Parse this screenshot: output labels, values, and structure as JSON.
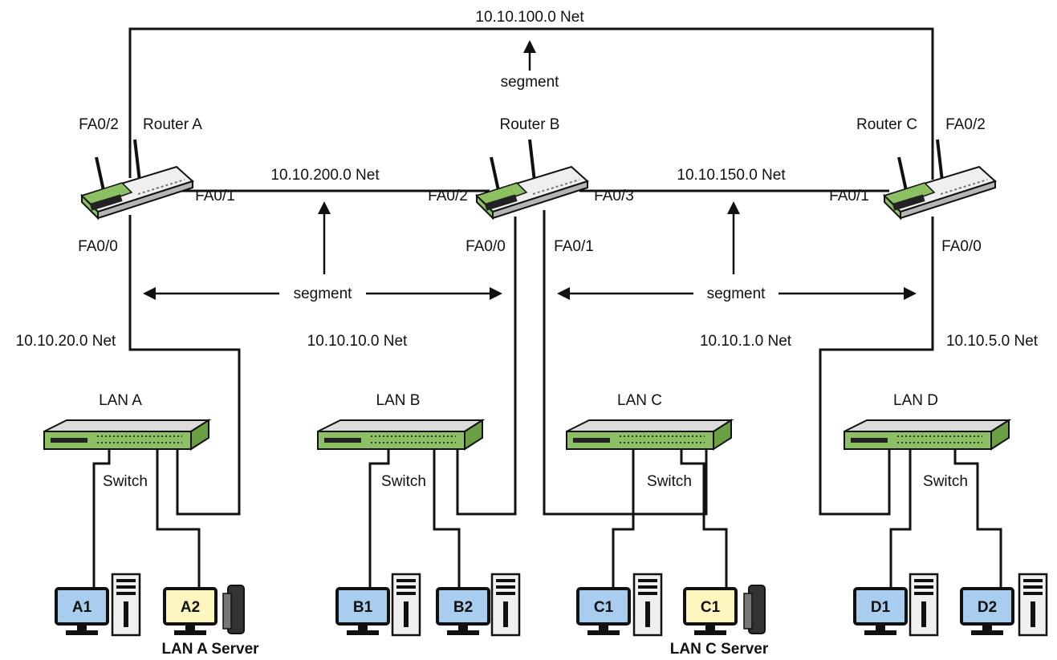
{
  "networks": {
    "top": "10.10.100.0 Net",
    "ab": "10.10.200.0 Net",
    "bc": "10.10.150.0 Net",
    "lan_a": "10.10.20.0 Net",
    "lan_b": "10.10.10.0 Net",
    "lan_c": "10.10.1.0 Net",
    "lan_d": "10.10.5.0 Net"
  },
  "segment_label": "segment",
  "routers": {
    "a": {
      "name": "Router A",
      "fa00": "FA0/0",
      "fa01": "FA0/1",
      "fa02": "FA0/2"
    },
    "b": {
      "name": "Router B",
      "fa00": "FA0/0",
      "fa01": "FA0/1",
      "fa02": "FA0/2",
      "fa03": "FA0/3"
    },
    "c": {
      "name": "Router C",
      "fa00": "FA0/0",
      "fa01": "FA0/1",
      "fa02": "FA0/2"
    }
  },
  "lans": [
    {
      "name": "LAN A",
      "switch_label": "Switch"
    },
    {
      "name": "LAN B",
      "switch_label": "Switch"
    },
    {
      "name": "LAN C",
      "switch_label": "Switch"
    },
    {
      "name": "LAN D",
      "switch_label": "Switch"
    }
  ],
  "hosts": [
    "A1",
    "A2",
    "B1",
    "B2",
    "C1",
    "C1",
    "D1",
    "D2"
  ],
  "servers": {
    "a": "LAN A Server",
    "c": "LAN C Server"
  },
  "colors": {
    "workstation": "#a9cdee",
    "server": "#fdf6bf",
    "device_green": "#8cc063",
    "device_gray": "#e6e6e6"
  }
}
